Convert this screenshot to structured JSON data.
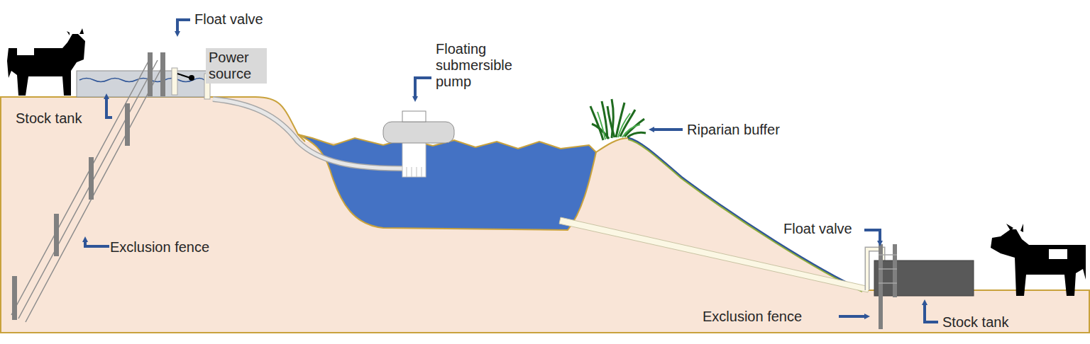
{
  "diagram": {
    "nodes": [
      {
        "text": [
          "Power source"
        ]
      }
    ],
    "labels": [
      "Float valve",
      "Floating submersible pump",
      "Stock tank",
      "Riparian buffer",
      "Exclusion fence",
      "Float valve",
      "Exclusion fence",
      "Stock tank"
    ]
  }
}
